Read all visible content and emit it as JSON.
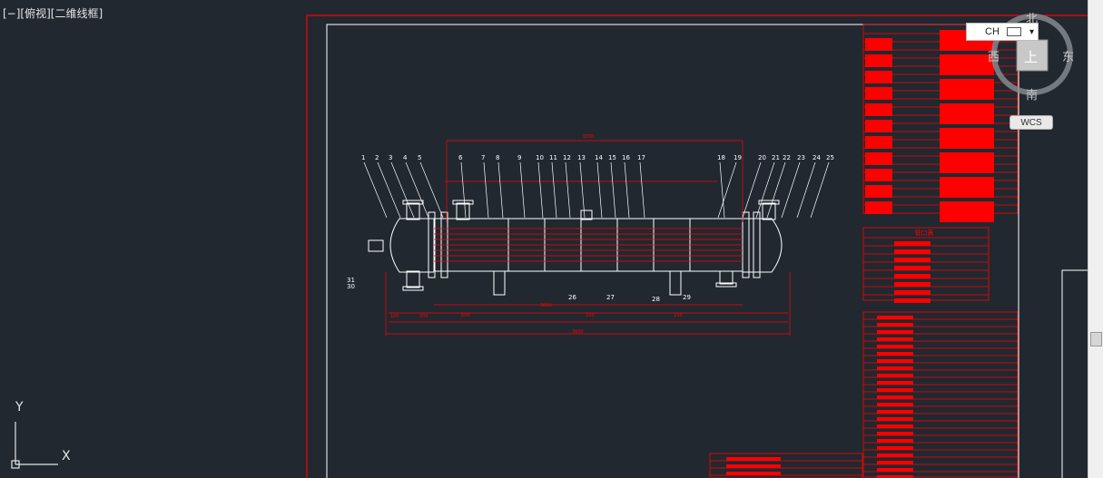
{
  "viewport": {
    "label": "[−][俯视][二维线框]"
  },
  "ime": {
    "lang": "CH"
  },
  "viewcube": {
    "north": "北",
    "south": "南",
    "east": "东",
    "west": "西",
    "top": "上"
  },
  "wcs": {
    "label": "WCS"
  },
  "ucs": {
    "y": "Y",
    "x": "X"
  },
  "colors": {
    "background": "#212830",
    "drawing": "#ff0000",
    "frame": "#ffffff",
    "ui": "#e6e6e6"
  },
  "drawing": {
    "balloons": [
      "1",
      "2",
      "3",
      "4",
      "5",
      "6",
      "7",
      "8",
      "9",
      "10",
      "11",
      "12",
      "13",
      "14",
      "15",
      "16",
      "17",
      "18",
      "19",
      "20",
      "21",
      "22",
      "23",
      "24",
      "25"
    ],
    "lower_balloons": [
      "26",
      "27",
      "28",
      "29",
      "30",
      "31"
    ],
    "dimensions_top": "3200",
    "dimensions_bottom": [
      "100",
      "300",
      "600",
      "3050",
      "100",
      "150",
      "3600"
    ],
    "nozzle_table_title": "管口表"
  }
}
